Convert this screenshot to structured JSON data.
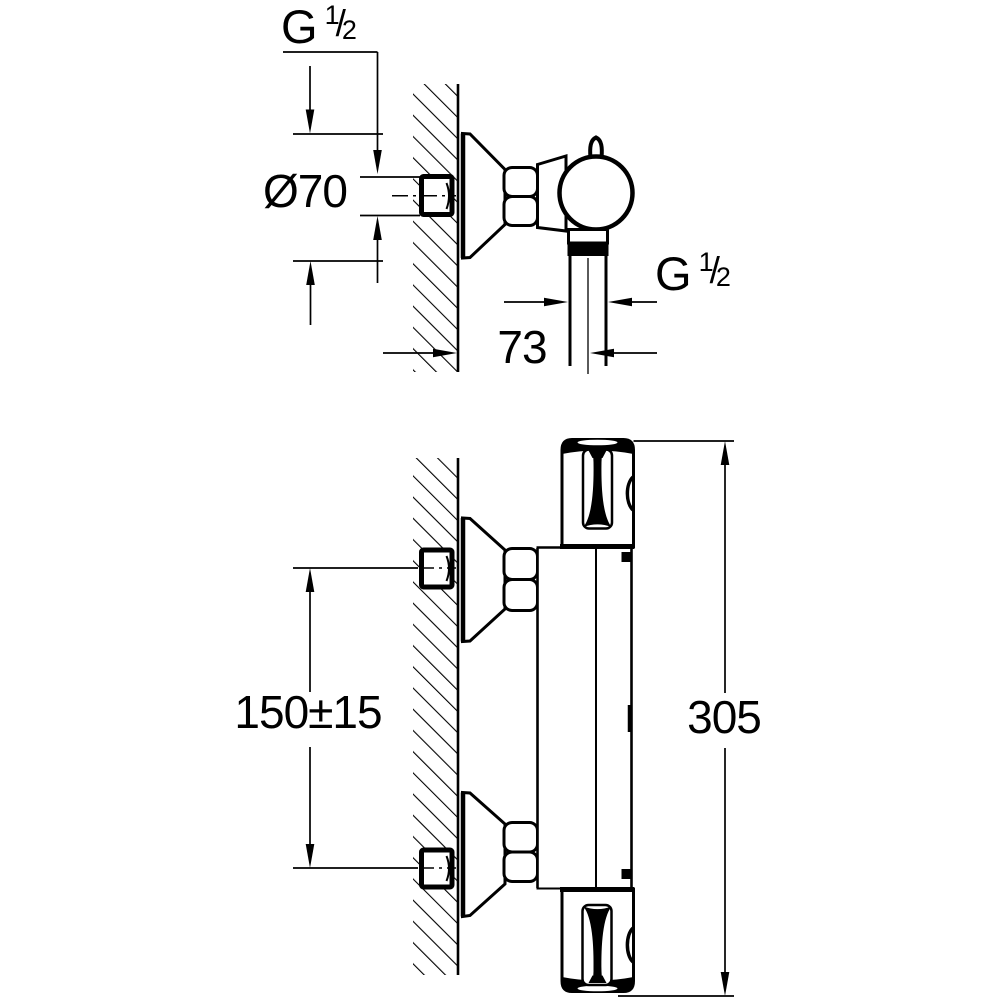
{
  "page": {
    "background": "#ffffff"
  },
  "drawing": {
    "type": "technical dimension drawing",
    "subject": "wall-mounted thermostatic shower mixer, top view and front view",
    "line_color": "#000000",
    "dimensions": {
      "wall_connection_thread": {
        "prefix": "G",
        "numerator": "1",
        "slash": "/",
        "denominator": "2"
      },
      "outlet_thread": {
        "prefix": "G",
        "numerator": "1",
        "slash": "/",
        "denominator": "2"
      },
      "escutcheon_diameter": "Ø70",
      "wall_to_outlet_center": "73",
      "connection_spacing": "150±15",
      "overall_height": "305"
    }
  }
}
